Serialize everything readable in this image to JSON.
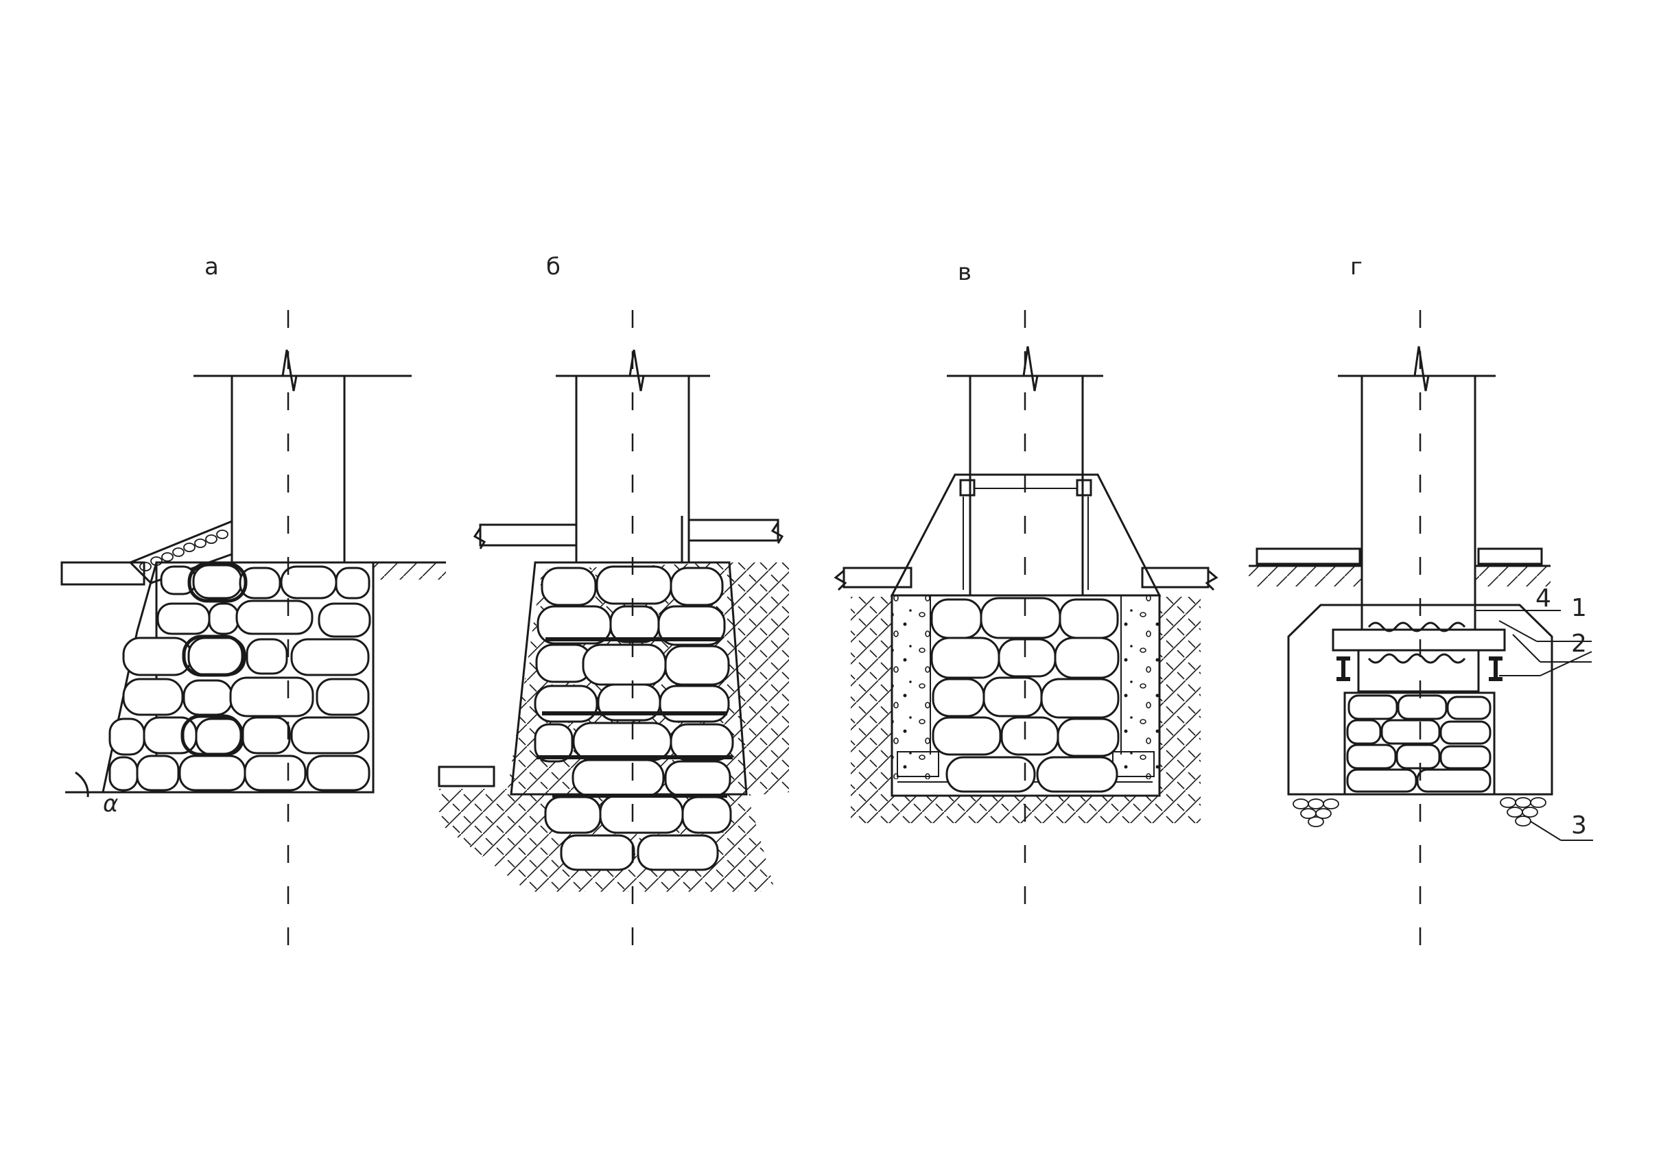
{
  "panels": [
    {
      "id": "a",
      "label": "а"
    },
    {
      "id": "b",
      "label": "б"
    },
    {
      "id": "c",
      "label": "в"
    },
    {
      "id": "d",
      "label": "г"
    }
  ],
  "angle_label": "α",
  "callouts": [
    "1",
    "2",
    "3",
    "4"
  ]
}
